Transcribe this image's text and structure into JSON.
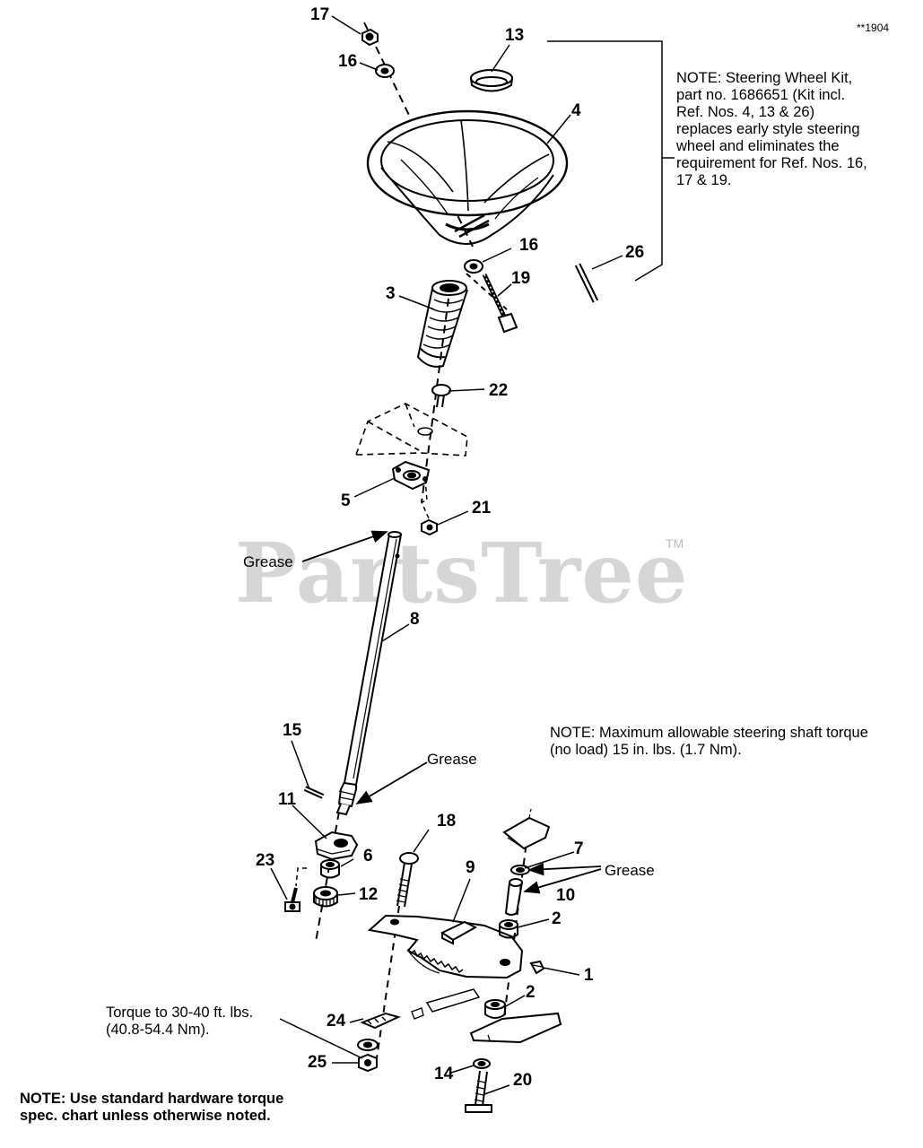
{
  "diagram_code": "**1904",
  "watermark": {
    "text": "PartsTree",
    "tm": "TM"
  },
  "callouts": {
    "grease_8": "Grease",
    "grease_11": "Grease",
    "grease_7_10": "Grease"
  },
  "notes": {
    "kit": "NOTE: Steering Wheel Kit,\npart no. 1686651 (Kit incl.\nRef. Nos. 4, 13 & 26)\nreplaces early style steering\nwheel and eliminates the\nrequirement for Ref. Nos. 16,\n17 & 19.",
    "torque_shaft": "NOTE: Maximum allowable steering shaft torque\n(no load) 15 in. lbs. (1.7 Nm).",
    "torque_bolt": "Torque to 30-40 ft. lbs.\n(40.8-54.4 Nm).",
    "hardware": "NOTE: Use standard hardware torque\nspec. chart unless otherwise noted."
  },
  "parts": {
    "p17": "17",
    "p16a": "16",
    "p13": "13",
    "p4": "4",
    "p16b": "16",
    "p26": "26",
    "p3": "3",
    "p19": "19",
    "p22": "22",
    "p5": "5",
    "p21": "21",
    "p8": "8",
    "p15": "15",
    "p11": "11",
    "p23": "23",
    "p6": "6",
    "p12": "12",
    "p18": "18",
    "p9": "9",
    "p7": "7",
    "p10": "10",
    "p2a": "2",
    "p1": "1",
    "p2b": "2",
    "p24": "24",
    "p25": "25",
    "p14": "14",
    "p20": "20"
  }
}
